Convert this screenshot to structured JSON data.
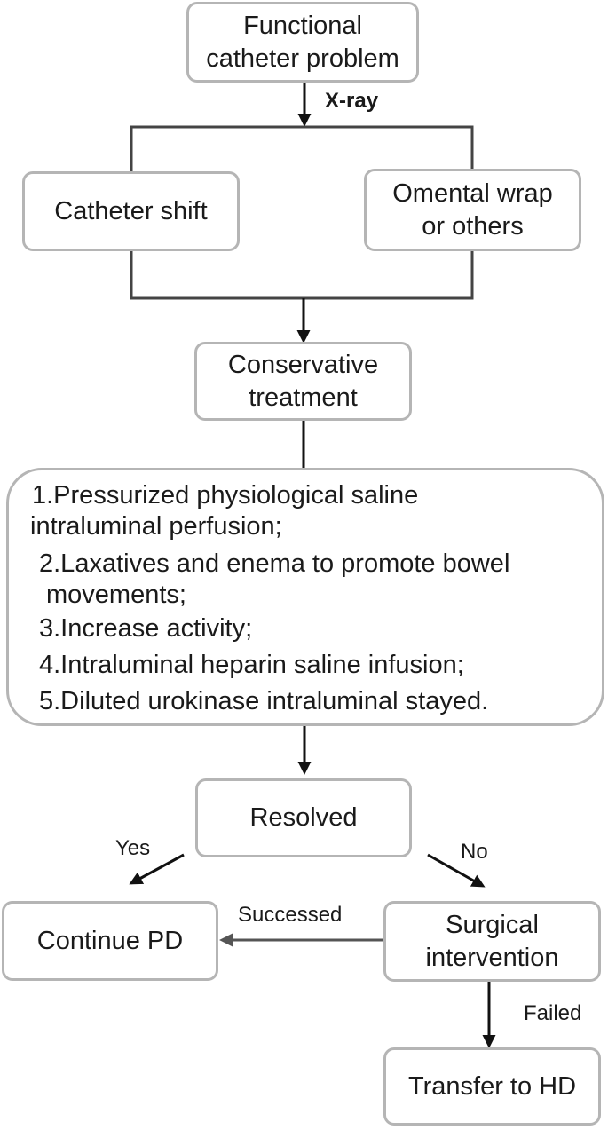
{
  "nodes": {
    "start_line1": "Functional",
    "start_line2": "catheter problem",
    "shift": "Catheter shift",
    "omental_line1": "Omental wrap",
    "omental_line2": "or others",
    "conservative_line1": "Conservative",
    "conservative_line2": "treatment",
    "resolved": "Resolved",
    "continue_pd": "Continue PD",
    "surgical_line1": "Surgical",
    "surgical_line2": "intervention",
    "transfer_hd": "Transfer to HD"
  },
  "treatment_list": {
    "item1_line1": "1.Pressurized physiological saline",
    "item1_line2": "intraluminal perfusion;",
    "item2_line1": "2.Laxatives and enema to promote bowel",
    "item2_line2": "movements;",
    "item3": "3.Increase activity;",
    "item4": "4.Intraluminal heparin saline infusion;",
    "item5": "5.Diluted urokinase intraluminal stayed."
  },
  "edge_labels": {
    "xray": "X-ray",
    "yes": "Yes",
    "no": "No",
    "successed": "Successed",
    "failed": "Failed"
  }
}
